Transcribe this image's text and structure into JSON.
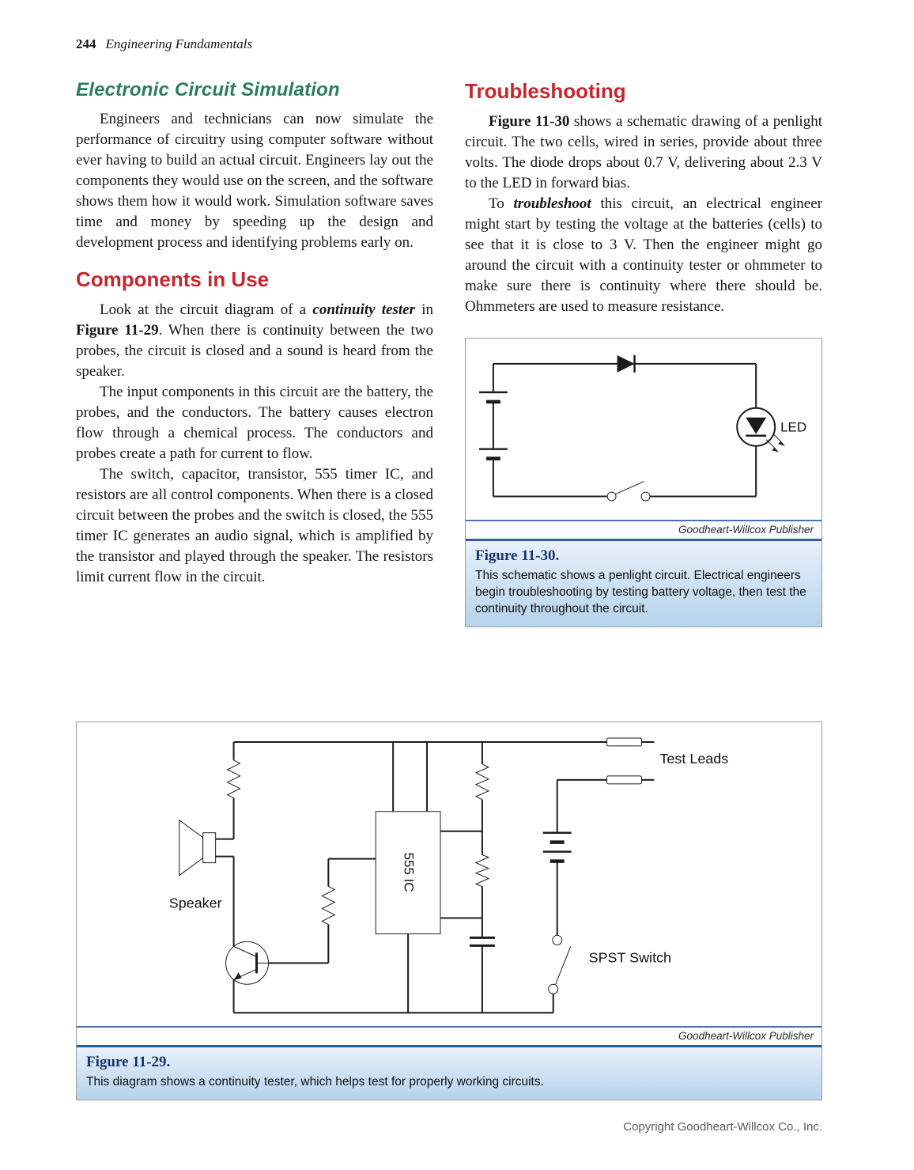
{
  "colors": {
    "heading_green": "#2a7d62",
    "heading_red": "#c4272e",
    "figure_label_navy": "#17356b",
    "caption_background_top": "#e8f1fa",
    "caption_background_bottom": "#b5d3ec",
    "caption_rule_blue": "#2e5c9e"
  },
  "header": {
    "page_number": "244",
    "book_title": "Engineering Fundamentals"
  },
  "left_column": {
    "sim_heading": "Electronic Circuit Simulation",
    "sim_para": "Engineers and technicians can now simulate the performance of circuitry using computer software without ever having to build an actual circuit. Engineers lay out the components they would use on the screen, and the software shows them how it would work. Simulation software saves time and money by speeding up the design and development process and identifying problems early on.",
    "components_heading": "Components in Use",
    "p1": {
      "t1": "Look at the circuit diagram of a ",
      "bi1": "continuity tester",
      "t2": " in ",
      "b1": "Figure 11-29",
      "t3": ". When there is continuity between the two probes, the circuit is closed and a sound is heard from the speaker."
    },
    "p2": "The input components in this circuit are the battery, the probes, and the conductors. The battery causes electron flow through a chemical process. The conductors and probes create a path for current to flow.",
    "p3": "The switch, capacitor, transistor, 555 timer IC, and resistors are all control components. When there is a closed circuit between the probes and the switch is closed, the 555 timer IC generates an audio signal, which is amplified by the transistor and played through the speaker. The resistors limit current flow in the circuit."
  },
  "right_column": {
    "heading": "Troubleshooting",
    "p1": {
      "b1": "Figure 11-30",
      "t1": " shows a schematic drawing of a penlight circuit. The two cells, wired in series, provide about three volts. The diode drops about 0.7 V, delivering about 2.3 V to the LED in forward bias."
    },
    "p2": {
      "t1": "To ",
      "bi1": "troubleshoot",
      "t2": " this circuit, an electrical engineer might start by testing the voltage at the batteries (cells) to see that it is close to 3 V. Then the engineer might go around the circuit with a continuity tester or ohmmeter to make sure there is continuity where there should be. Ohmmeters are used to measure resistance."
    }
  },
  "figure_11_30": {
    "credit": "Goodheart-Willcox Publisher",
    "label": "Figure 11-30.",
    "caption": "This schematic shows a penlight circuit. Electrical engineers begin troubleshooting by testing battery voltage, then test the continuity throughout the circuit.",
    "led_label": "LED"
  },
  "figure_11_29": {
    "credit": "Goodheart-Willcox Publisher",
    "label": "Figure 11-29.",
    "caption": "This diagram shows a continuity tester, which helps test for properly working circuits.",
    "labels": {
      "test_leads": "Test Leads",
      "speaker": "Speaker",
      "ic": "555 IC",
      "spst_switch": "SPST Switch"
    }
  },
  "footer": {
    "copyright": "Copyright Goodheart-Willcox Co., Inc."
  }
}
